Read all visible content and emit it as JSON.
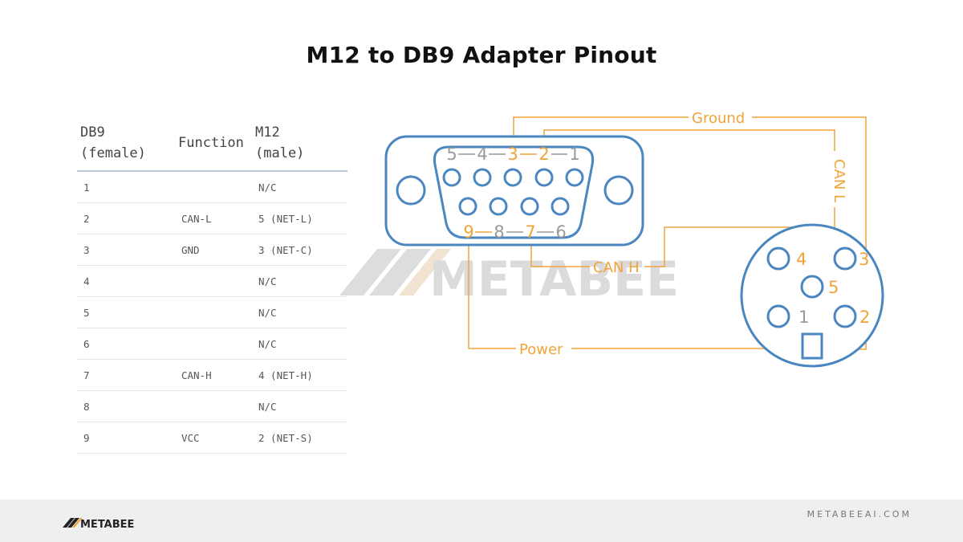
{
  "title": "M12 to DB9 Adapter Pinout",
  "table": {
    "headers": [
      [
        "DB9",
        "(female)"
      ],
      [
        "Function"
      ],
      [
        "M12",
        "(male)"
      ]
    ],
    "rows": [
      {
        "db9": "1",
        "function": "",
        "m12": "N/C"
      },
      {
        "db9": "2",
        "function": "CAN-L",
        "m12": "5 (NET-L)"
      },
      {
        "db9": "3",
        "function": "GND",
        "m12": "3 (NET-C)"
      },
      {
        "db9": "4",
        "function": "",
        "m12": "N/C"
      },
      {
        "db9": "5",
        "function": "",
        "m12": "N/C"
      },
      {
        "db9": "6",
        "function": "",
        "m12": "N/C"
      },
      {
        "db9": "7",
        "function": "CAN-H",
        "m12": "4 (NET-H)"
      },
      {
        "db9": "8",
        "function": "",
        "m12": "N/C"
      },
      {
        "db9": "9",
        "function": "VCC",
        "m12": "2 (NET-S)"
      }
    ]
  },
  "diagram": {
    "db9_top_pins": [
      "5",
      "4",
      "3",
      "2",
      "1"
    ],
    "db9_bottom_pins": [
      "9",
      "8",
      "7",
      "6"
    ],
    "m12_pins": [
      "4",
      "3",
      "5",
      "1",
      "2"
    ],
    "wire_labels": {
      "ground": "Ground",
      "can_l": "CAN L",
      "can_h": "CAN H",
      "power": "Power"
    },
    "watermark": "METABEE"
  },
  "colors": {
    "connector_blue": "#4a86c0",
    "wire_orange": "#f0a43a",
    "inactive_gray": "#999999"
  },
  "footer": {
    "logo": "METABEE",
    "url": "METABEEAI.COM"
  }
}
